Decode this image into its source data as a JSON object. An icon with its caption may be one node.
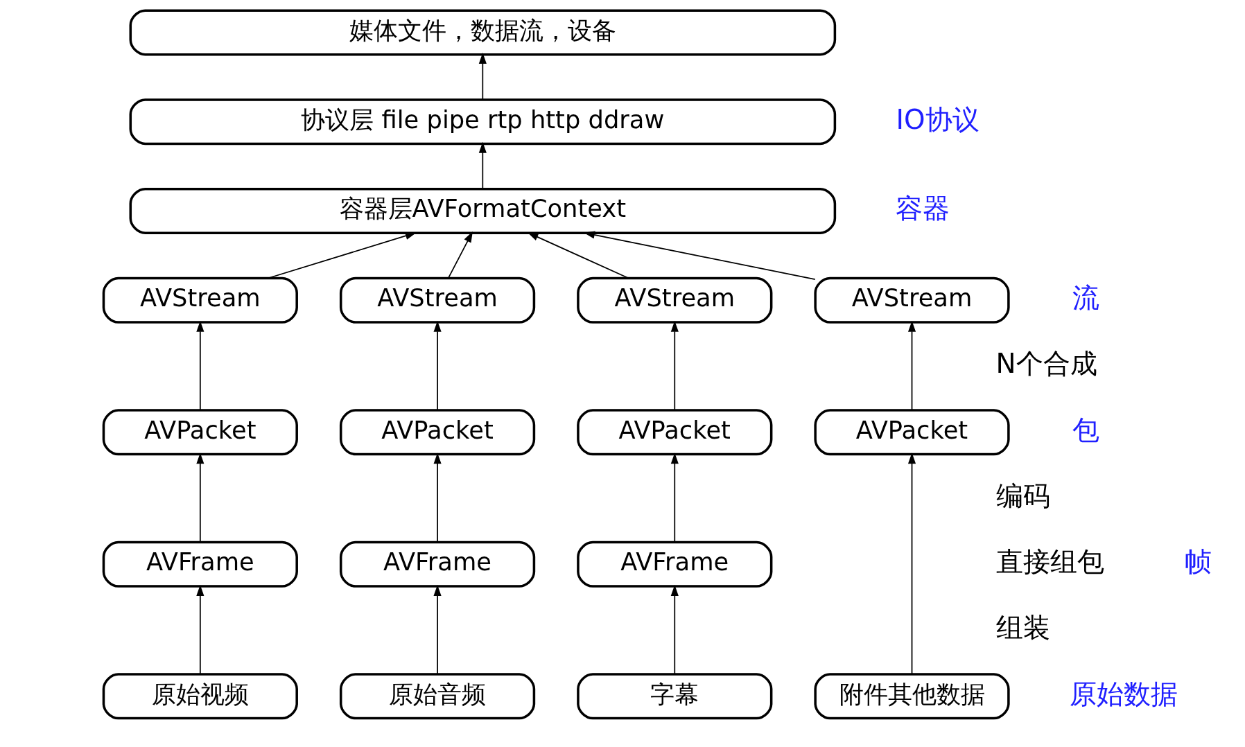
{
  "diagram": {
    "nodes": [
      {
        "text": [
          "媒体文件，数据流，设备"
        ]
      },
      {
        "text": [
          "协议层 file pipe rtp http ddraw"
        ]
      },
      {
        "text": [
          "容器层AVFormatContext"
        ]
      },
      {
        "text": [
          "AVStream"
        ]
      },
      {
        "text": [
          "AVStream"
        ]
      },
      {
        "text": [
          "AVStream"
        ]
      },
      {
        "text": [
          "AVStream"
        ]
      },
      {
        "text": [
          "AVPacket"
        ]
      },
      {
        "text": [
          "AVPacket"
        ]
      },
      {
        "text": [
          "AVPacket"
        ]
      },
      {
        "text": [
          "AVPacket"
        ]
      },
      {
        "text": [
          "AVFrame"
        ]
      },
      {
        "text": [
          "AVFrame"
        ]
      },
      {
        "text": [
          "AVFrame"
        ]
      },
      {
        "text": [
          "原始视频"
        ]
      },
      {
        "text": [
          "原始音频"
        ]
      },
      {
        "text": [
          "字幕"
        ]
      },
      {
        "text": [
          "附件其他数据"
        ]
      }
    ],
    "edges": [
      {
        "from": 1,
        "to": 0,
        "arrow": "to"
      },
      {
        "from": 2,
        "to": 1,
        "arrow": "to"
      },
      {
        "from": 3,
        "to": 2,
        "arrow": "to"
      },
      {
        "from": 4,
        "to": 2,
        "arrow": "to"
      },
      {
        "from": 5,
        "to": 2,
        "arrow": "to"
      },
      {
        "from": 6,
        "to": 2,
        "arrow": "to"
      },
      {
        "from": 7,
        "to": 3,
        "arrow": "to"
      },
      {
        "from": 8,
        "to": 4,
        "arrow": "to"
      },
      {
        "from": 9,
        "to": 5,
        "arrow": "to"
      },
      {
        "from": 10,
        "to": 6,
        "arrow": "to"
      },
      {
        "from": 11,
        "to": 7,
        "arrow": "to"
      },
      {
        "from": 12,
        "to": 8,
        "arrow": "to"
      },
      {
        "from": 13,
        "to": 9,
        "arrow": "to"
      },
      {
        "from": 17,
        "to": 10,
        "arrow": "to"
      },
      {
        "from": 14,
        "to": 11,
        "arrow": "to"
      },
      {
        "from": 15,
        "to": 12,
        "arrow": "to"
      },
      {
        "from": 16,
        "to": 13,
        "arrow": "to"
      }
    ],
    "labels": [
      "IO协议",
      "容器",
      "流",
      "N个合成",
      "包",
      "编码",
      "帧",
      "直接组包",
      "组装",
      "原始数据"
    ]
  }
}
